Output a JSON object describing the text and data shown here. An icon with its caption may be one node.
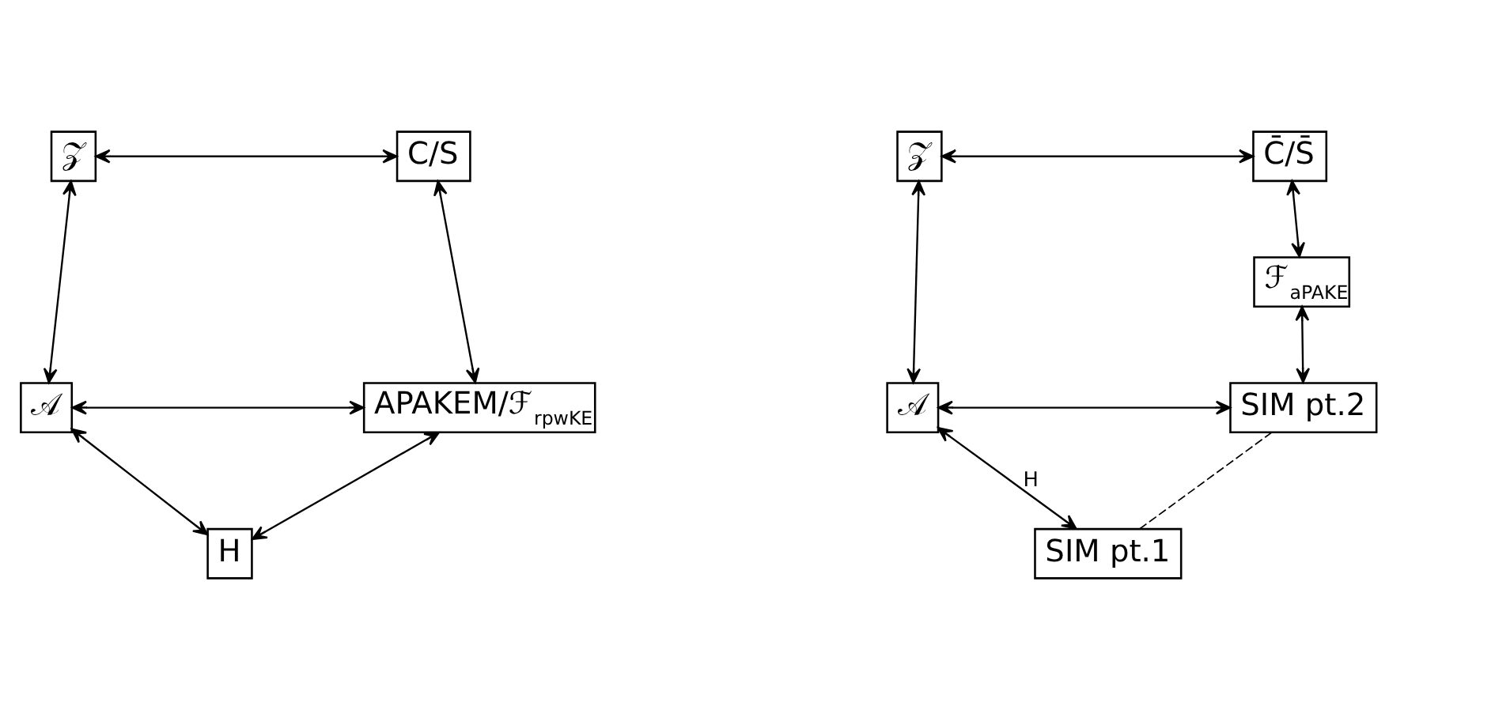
{
  "diagram": {
    "nodes": [
      {
        "text": [
          "𝒵"
        ]
      },
      {
        "text": [
          "C/S"
        ]
      },
      {
        "text": [
          "𝒜"
        ]
      },
      {
        "text": [
          "APAKEM/ℱ$_{rpwKE}$"
        ]
      },
      {
        "text": [
          "H"
        ]
      },
      {
        "text": [
          "𝒵"
        ]
      },
      {
        "text": [
          "C̄/S̄"
        ]
      },
      {
        "text": [
          "ℱ$_{aPAKE}$"
        ]
      },
      {
        "text": [
          "𝒜"
        ]
      },
      {
        "text": [
          "SIM pt.2"
        ]
      },
      {
        "text": [
          "SIM pt.1"
        ]
      }
    ],
    "edges": [
      {
        "from": 0,
        "to": 1,
        "arrow": "both"
      },
      {
        "from": 0,
        "to": 2,
        "arrow": "both"
      },
      {
        "from": 1,
        "to": 3,
        "arrow": "both"
      },
      {
        "from": 2,
        "to": 3,
        "arrow": "both"
      },
      {
        "from": 2,
        "to": 4,
        "arrow": "both"
      },
      {
        "from": 4,
        "to": 3,
        "arrow": "both"
      },
      {
        "from": 5,
        "to": 6,
        "arrow": "both"
      },
      {
        "from": 5,
        "to": 8,
        "arrow": "both"
      },
      {
        "from": 6,
        "to": 7,
        "arrow": "both"
      },
      {
        "from": 7,
        "to": 9,
        "arrow": "both"
      },
      {
        "from": 8,
        "to": 9,
        "arrow": "both"
      },
      {
        "from": 8,
        "to": 10,
        "arrow": "both",
        "label": "H"
      },
      {
        "from": 10,
        "to": 9,
        "arrow": "none",
        "style": "dashed"
      }
    ]
  }
}
